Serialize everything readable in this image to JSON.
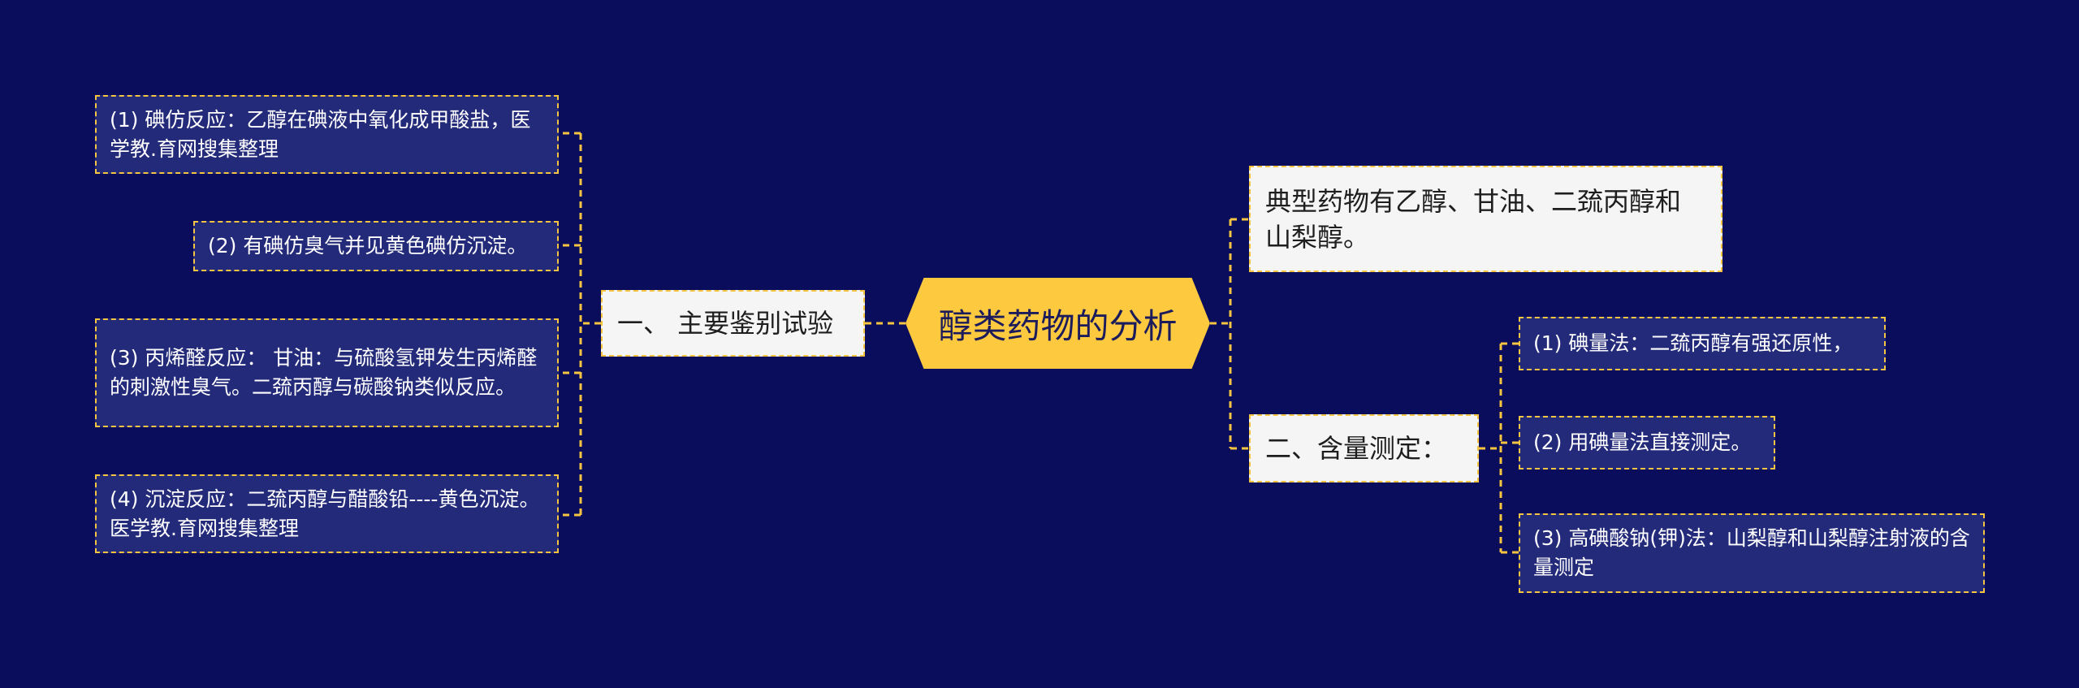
{
  "root": {
    "label": "醇类药物的分析"
  },
  "left_branch": {
    "label": "一、 主要鉴别试验",
    "children": [
      "(1) 碘仿反应：乙醇在碘液中氧化成甲酸盐，医学教.育网搜集整理",
      "(2) 有碘仿臭气并见黄色碘仿沉淀。",
      "(3) 丙烯醛反应： 甘油：与硫酸氢钾发生丙烯醛的刺激性臭气。二巯丙醇与碳酸钠类似反应。",
      "(4) 沉淀反应：二巯丙醇与醋酸铅----黄色沉淀。医学教.育网搜集整理"
    ]
  },
  "right_top": {
    "label": "典型药物有乙醇、甘油、二巯丙醇和山梨醇。"
  },
  "right_branch": {
    "label": "二、含量测定：",
    "children": [
      "(1) 碘量法：二巯丙醇有强还原性，",
      "(2) 用碘量法直接测定。",
      "(3) 高碘酸钠(钾)法：山梨醇和山梨醇注射液的含量测定"
    ]
  },
  "colors": {
    "background": "#0a0c5c",
    "connector": "#f5c542",
    "root_fill": "#fdc93f",
    "leaf_fill": "#232a7a",
    "branch_fill": "#f5f5f5"
  }
}
